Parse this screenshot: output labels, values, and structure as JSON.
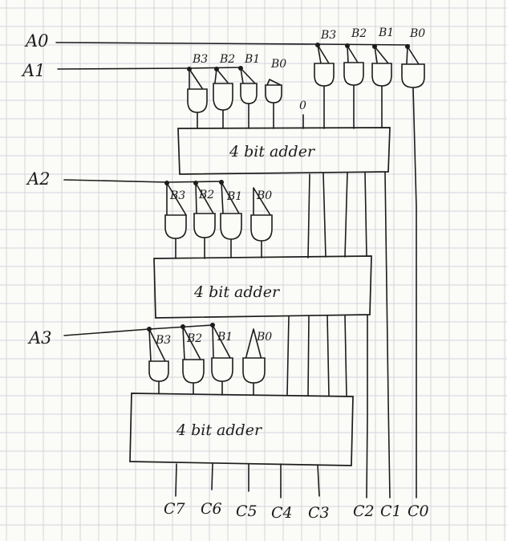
{
  "inputs": {
    "a0": "A0",
    "a1": "A1",
    "a2": "A2",
    "a3": "A3"
  },
  "b_labels": {
    "b3": "B3",
    "b2": "B2",
    "b1": "B1",
    "b0": "B0"
  },
  "adders": {
    "adder1": "4 bit adder",
    "adder2": "4 bit adder",
    "adder3": "4 bit adder"
  },
  "carry_in": "0",
  "outputs": {
    "c7": "C7",
    "c6": "C6",
    "c5": "C5",
    "c4": "C4",
    "c3": "C3",
    "c2": "C2",
    "c1": "C1",
    "c0": "C0"
  }
}
